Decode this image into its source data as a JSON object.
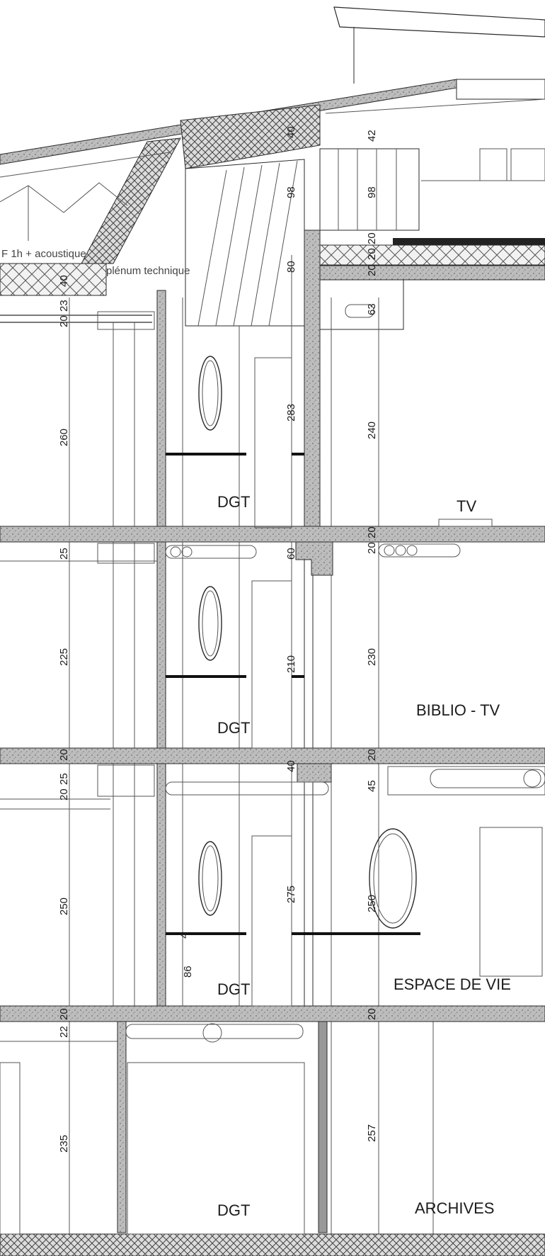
{
  "notes": {
    "fire_acoustic": "F 1h + acoustique",
    "plenum": "plénum technique"
  },
  "rooms": {
    "dgt_l1": "DGT",
    "dgt_l2": "DGT",
    "dgt_l3": "DGT",
    "dgt_l4": "DGT",
    "tv": "TV",
    "biblio_tv": "BIBLIO - TV",
    "espace_de_vie": "ESPACE DE VIE",
    "archives": "ARCHIVES"
  },
  "dimensions": {
    "left": [
      "40",
      "20",
      "23",
      "260",
      "25",
      "225",
      "20",
      "20",
      "25",
      "250",
      "22",
      "20",
      "235"
    ],
    "middle": [
      "40",
      "98",
      "80",
      "283",
      "60",
      "210",
      "40",
      "275",
      "4",
      "86"
    ],
    "right": [
      "42",
      "98",
      "20",
      "20",
      "20",
      "63",
      "240",
      "20",
      "20",
      "230",
      "20",
      "45",
      "250",
      "20",
      "257"
    ]
  },
  "colors": {
    "line": "#2a2a2a",
    "concrete_fill": "#b9b9b9",
    "insulation_fill": "#e6e6e6",
    "background": "#ffffff"
  }
}
